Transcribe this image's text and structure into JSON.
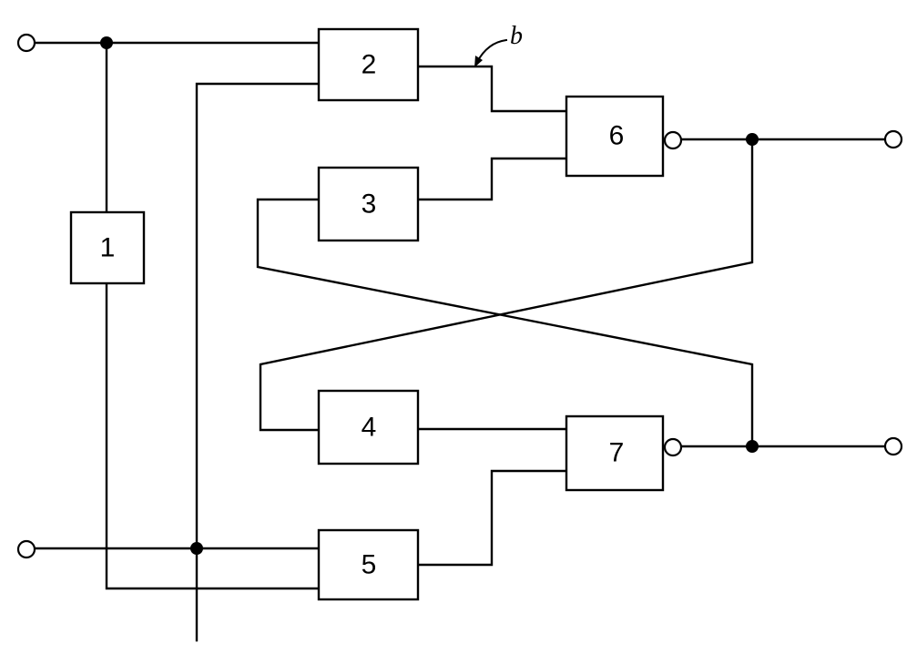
{
  "diagram": {
    "blocks": [
      {
        "id": "block-1",
        "label": "1"
      },
      {
        "id": "block-2",
        "label": "2"
      },
      {
        "id": "block-3",
        "label": "3"
      },
      {
        "id": "block-4",
        "label": "4"
      },
      {
        "id": "block-5",
        "label": "5"
      },
      {
        "id": "block-6",
        "label": "6"
      },
      {
        "id": "block-7",
        "label": "7"
      }
    ],
    "reference_label": "b",
    "colors": {
      "line": "#000000",
      "background": "#ffffff"
    }
  }
}
